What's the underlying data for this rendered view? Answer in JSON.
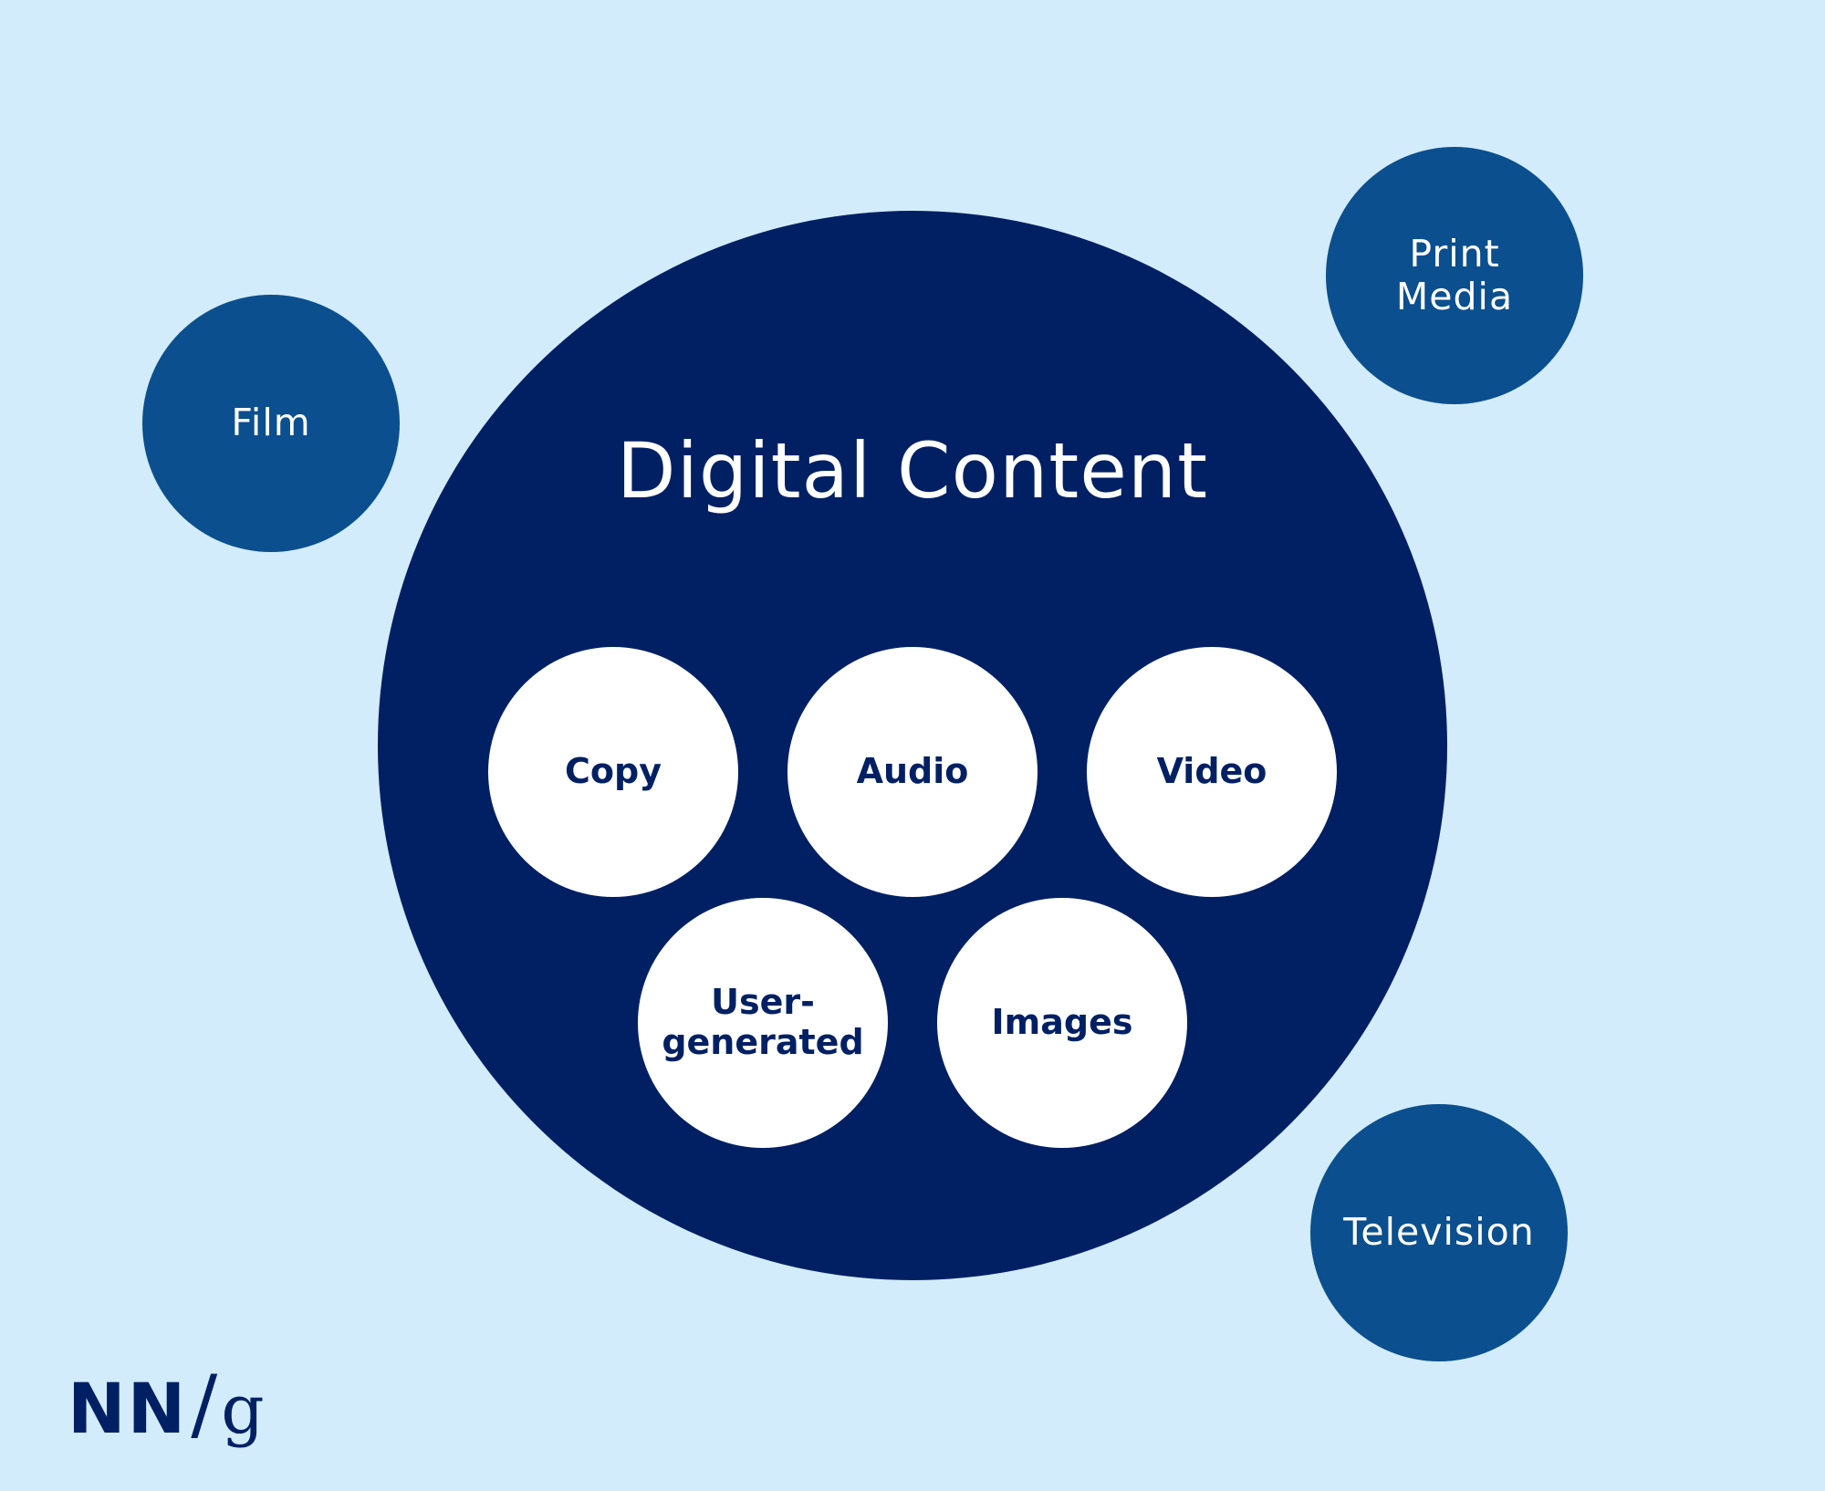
{
  "colors": {
    "background": "#d3ecfc",
    "main_circle": "#012064",
    "outer_circle": "#0b4f8e",
    "inner_circle": "#ffffff",
    "outer_text": "#ffffff",
    "inner_text": "#012064",
    "logo": "#012064"
  },
  "diagram": {
    "main": {
      "title": "Digital Content",
      "items": [
        {
          "label": "Copy"
        },
        {
          "label": "Audio"
        },
        {
          "label": "Video"
        },
        {
          "label": "User-\ngenerated"
        },
        {
          "label": "Images"
        }
      ]
    },
    "outer": [
      {
        "label": "Film"
      },
      {
        "label": "Print\nMedia"
      },
      {
        "label": "Television"
      }
    ]
  },
  "logo": {
    "left": "NN",
    "slash": "/",
    "right": "g"
  }
}
